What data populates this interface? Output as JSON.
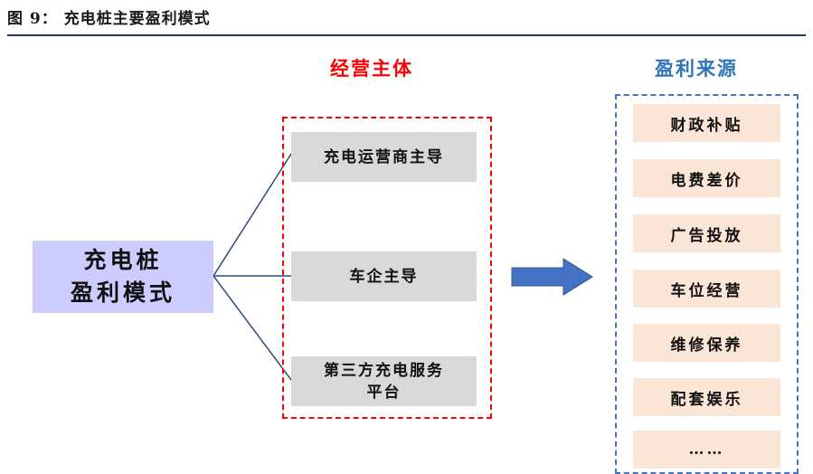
{
  "figure": {
    "title": "图 9：  充电桩主要盈利模式"
  },
  "root": {
    "line1": "充电桩",
    "line2": "盈利模式"
  },
  "sections": {
    "entity_label": "经营主体",
    "revenue_label": "盈利来源"
  },
  "entities": [
    {
      "line1": "充电运营商主导",
      "line2": ""
    },
    {
      "line1": "车企主导",
      "line2": ""
    },
    {
      "line1": "第三方充电服务",
      "line2": "平台"
    }
  ],
  "revenue_sources": [
    {
      "label": "财政补贴"
    },
    {
      "label": "电费差价"
    },
    {
      "label": "广告投放"
    },
    {
      "label": "车位经营"
    },
    {
      "label": "维修保养"
    },
    {
      "label": "配套娱乐"
    },
    {
      "label": "……"
    }
  ],
  "colors": {
    "root_fill": "#ccccff",
    "entity_fill": "#d9d9d9",
    "entity_border": "#ff0000",
    "revenue_fill": "#fbe5d6",
    "revenue_border": "#4472c4",
    "arrow": "#4472c4",
    "connector": "#2f4a78"
  }
}
